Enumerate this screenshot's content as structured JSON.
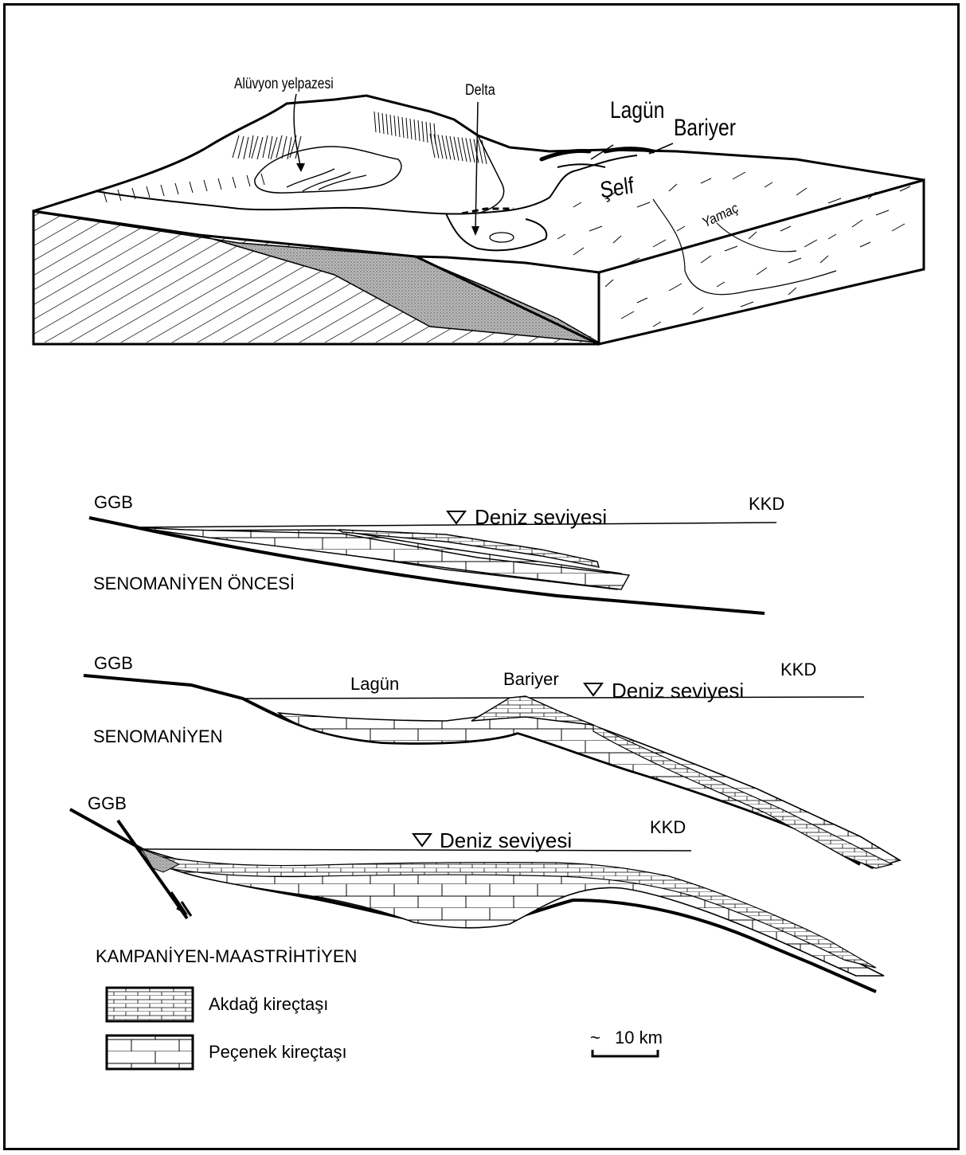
{
  "block_diagram": {
    "labels": {
      "alluvial_fan": "Alüvyon yelpazesi",
      "delta": "Delta",
      "lagoon": "Lagün",
      "barrier": "Bariyer",
      "shelf": "Şelf",
      "slope": "Yamaç"
    }
  },
  "sections": [
    {
      "name": "SENOMANİYEN ÖNCESİ",
      "left_label": "GGB",
      "right_label": "KKD",
      "sea_level": "Deniz seviyesi"
    },
    {
      "name": "SENOMANİYEN",
      "left_label": "GGB",
      "right_label": "KKD",
      "sea_level": "Deniz seviyesi",
      "labels": {
        "lagoon": "Lagün",
        "barrier": "Bariyer"
      }
    },
    {
      "name": "KAMPANİYEN-MAASTRİHTİYEN",
      "left_label": "GGB",
      "right_label": "KKD",
      "sea_level": "Deniz seviyesi"
    }
  ],
  "legend": {
    "items": [
      {
        "label": "Akdağ kireçtaşı",
        "pattern": "dense-brick"
      },
      {
        "label": "Peçenek kireçtaşı",
        "pattern": "brick"
      }
    ]
  },
  "scale_bar": {
    "label": "10 km",
    "prefix": "~"
  },
  "colors": {
    "ink": "#000000",
    "stipple": "#9a9a9a",
    "paper": "#ffffff"
  }
}
